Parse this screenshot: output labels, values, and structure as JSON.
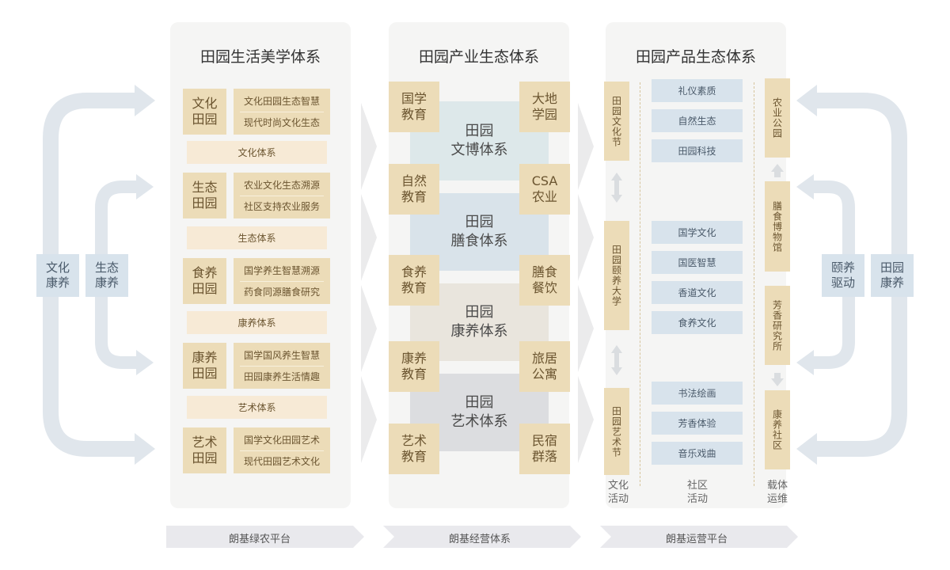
{
  "colors": {
    "tan": "#ecdcb8",
    "tan_light": "#f7ead6",
    "blue": "#d8e3ec",
    "panel": "#f5f5f4",
    "arrow": "#e0e6ec",
    "bottom_bar": "#e9e9ed"
  },
  "left_panel": {
    "title": "田园生活美学体系",
    "groups": [
      {
        "label": "文化\n田园",
        "items": [
          "文化田园生态智慧",
          "现代时尚文化生态"
        ],
        "system": "文化体系"
      },
      {
        "label": "生态\n田园",
        "items": [
          "农业文化生态溯源",
          "社区支持农业服务"
        ],
        "system": "生态体系"
      },
      {
        "label": "食养\n田园",
        "items": [
          "国学养生智慧溯源",
          "药食同源膳食研究"
        ],
        "system": "康养体系"
      },
      {
        "label": "康养\n田园",
        "items": [
          "国学国风养生智慧",
          "田园康养生活情趣"
        ],
        "system": "艺术体系"
      },
      {
        "label": "艺术\n田园",
        "items": [
          "国学文化田园艺术",
          "现代田园艺术文化"
        ]
      }
    ]
  },
  "middle_panel": {
    "title": "田园产业生态体系",
    "cores": [
      "田园\n文博体系",
      "田园\n膳食体系",
      "田园\n康养体系",
      "田园\n艺术体系"
    ],
    "left": [
      "国学\n教育",
      "自然\n教育",
      "食养\n教育",
      "康养\n教育",
      "艺术\n教育"
    ],
    "right": [
      "大地\n学园",
      "CSA\n农业",
      "膳食\n餐饮",
      "旅居\n公寓",
      "民宿\n群落"
    ]
  },
  "right_panel": {
    "title": "田园产品生态体系",
    "activities": [
      "田园文化节",
      "田园颐养大学",
      "田园艺术节"
    ],
    "community": [
      "礼仪素质",
      "自然生态",
      "田园科技",
      "国学文化",
      "国医智慧",
      "香道文化",
      "食养文化",
      "书法绘画",
      "芳香体验",
      "音乐戏曲"
    ],
    "carriers": [
      "农业公园",
      "膳食博物馆",
      "芳香研究所",
      "康养社区"
    ],
    "captions": [
      "文化\n活动",
      "社区\n活动",
      "载体\n运维"
    ]
  },
  "side_left": [
    "文化\n康养",
    "生态\n康养"
  ],
  "side_right": [
    "颐养\n驱动",
    "田园\n康养"
  ],
  "bottom": [
    "朗基绿农平台",
    "朗基经营体系",
    "朗基运营平台"
  ]
}
